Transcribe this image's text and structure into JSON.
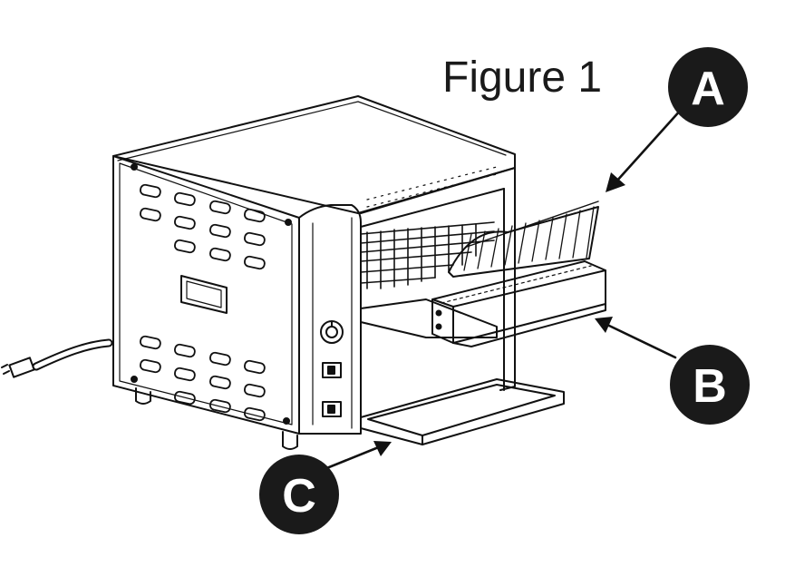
{
  "figure": {
    "title": "Figure 1"
  },
  "callouts": [
    {
      "id": "A",
      "label": "A"
    },
    {
      "id": "B",
      "label": "B"
    },
    {
      "id": "C",
      "label": "C"
    }
  ],
  "colors": {
    "ink": "#111111",
    "callout_fill": "#1a1a1a",
    "callout_text": "#ffffff",
    "background": "#ffffff"
  }
}
